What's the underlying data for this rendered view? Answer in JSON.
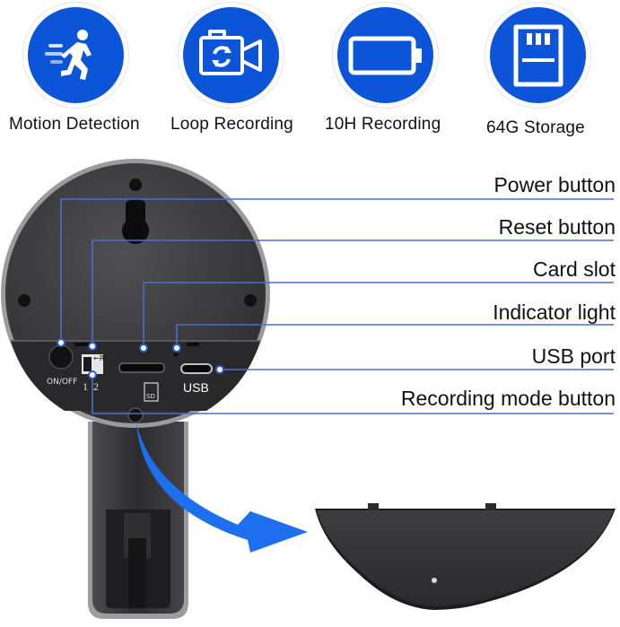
{
  "features": [
    {
      "label": "Motion Detection",
      "icon": "running-person-icon"
    },
    {
      "label": "Loop Recording",
      "icon": "loop-camera-icon"
    },
    {
      "label": "10H Recording",
      "icon": "battery-icon"
    },
    {
      "label": "64G Storage",
      "icon": "sd-card-icon"
    }
  ],
  "callouts": [
    {
      "label": "Power button"
    },
    {
      "label": "Reset button"
    },
    {
      "label": "Card slot"
    },
    {
      "label": "Indicator light"
    },
    {
      "label": "USB port"
    },
    {
      "label": "Recording mode button"
    }
  ],
  "device": {
    "on_off_label": "ON/OFF",
    "reset_mark": "←R",
    "switch_numbers": "1  2",
    "sd_label": "SD",
    "usb_label": "USB"
  },
  "colors": {
    "accent_blue": "#0c55d8",
    "arrow_blue": "#1e6ff0",
    "device_dark": "#3a3a3c",
    "callout_line": "#4a6ed0"
  }
}
